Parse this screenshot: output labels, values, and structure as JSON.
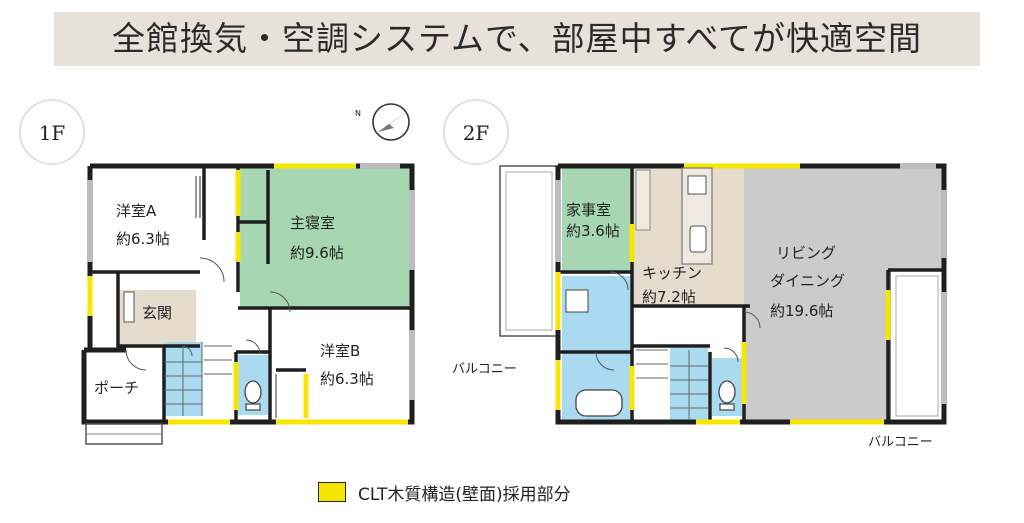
{
  "banner": {
    "title": "全館換気・空調システムで、部屋中すべてが快適空間"
  },
  "floor1": {
    "label": "1F",
    "rooms": {
      "western_a": {
        "name": "洋室A",
        "size": "約6.3帖"
      },
      "master": {
        "name": "主寝室",
        "size": "約9.6帖"
      },
      "entrance": {
        "name": "玄関"
      },
      "western_b": {
        "name": "洋室B",
        "size": "約6.3帖"
      },
      "porch": {
        "name": "ポーチ"
      }
    }
  },
  "floor2": {
    "label": "2F",
    "rooms": {
      "utility": {
        "name": "家事室",
        "size": "約3.6帖"
      },
      "kitchen": {
        "name": "キッチン",
        "size": "約7.2帖"
      },
      "living": {
        "name1": "リビング",
        "name2": "ダイニング",
        "size": "約19.6帖"
      }
    },
    "balcony_left": "バルコニー",
    "balcony_right": "バルコニー"
  },
  "legend": {
    "label": "CLT木質構造(壁面)採用部分"
  },
  "colors": {
    "clt_wall": "#f7e600",
    "master_room": "#a7d6b3",
    "utility_room": "#a7d6b3",
    "kitchen": "#e5dccd",
    "living": "#cbcbcb",
    "entrance": "#e5dccd",
    "water_area": "#a9daf0",
    "banner_bg": "#e7e1d9"
  },
  "icons": {
    "compass": "north-compass-icon"
  }
}
